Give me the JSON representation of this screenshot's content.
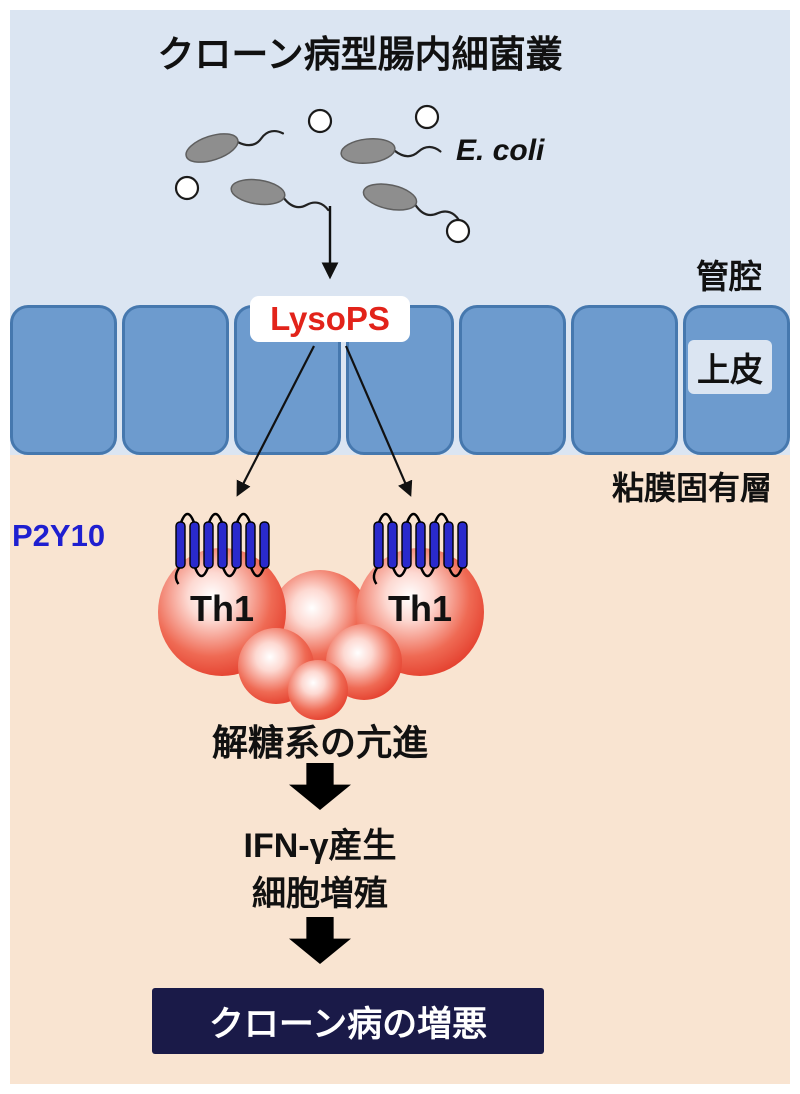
{
  "title": "クローン病型腸内細菌叢",
  "lumen": {
    "label": "管腔",
    "ecoli_label": "E. coli",
    "lysops_label": "LysoPS"
  },
  "epithelium": {
    "label": "上皮"
  },
  "lamina": {
    "label": "粘膜固有層",
    "receptor_label": "P2Y10",
    "th1_left_label": "Th1",
    "th1_right_label": "Th1",
    "glycolysis_text": "解糖系の亢進",
    "ifn_text": "IFN-γ産生",
    "proliferation_text": "細胞増殖",
    "outcome_text": "クローン病の増悪"
  },
  "colors": {
    "lumen_bg": "#dbe5f2",
    "lamina_bg": "#f9e4d1",
    "cell_fill": "#6d9bce",
    "cell_border": "#4678ae",
    "lysops_red": "#e2231a",
    "receptor_blue": "#2a2acc",
    "p2y10_text_blue": "#1f1fd0",
    "th1_red": "#e03020",
    "outcome_bg": "#1a1a48",
    "bacteria_gray": "#8e8e8e"
  }
}
